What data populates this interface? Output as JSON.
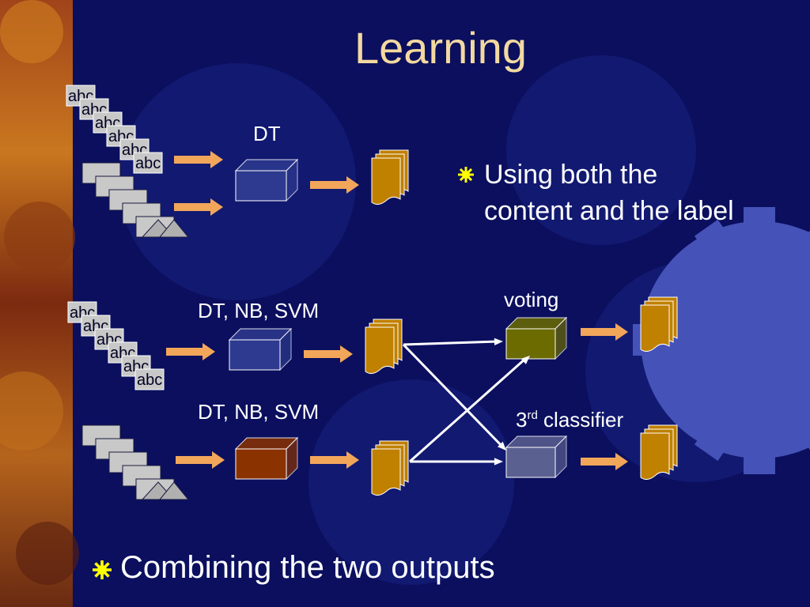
{
  "slide": {
    "title": "Learning"
  },
  "top_pipeline": {
    "classifier_label": "DT"
  },
  "middle_pipeline": {
    "classifier_label": "DT, NB, SVM"
  },
  "bottom_pipeline": {
    "classifier_label": "DT, NB, SVM"
  },
  "combiners": {
    "voting_label": "voting",
    "third_prefix": "3",
    "third_superscript": "rd",
    "third_suffix": " classifier"
  },
  "doc_text": "abc",
  "bullets": [
    {
      "line1": "Using both the",
      "line2": "content and the label"
    },
    {
      "text": "Combining the two outputs"
    }
  ],
  "colors": {
    "background": "#0b0f5e",
    "title": "#f3d9a0",
    "arrow": "#f2a65a",
    "bullet": "#ffff00",
    "box_blue": "#2e3a8f",
    "box_brown": "#8a3200",
    "box_olive": "#6b6b00",
    "box_grey": "#5a6090",
    "output_docs": "#c08000"
  },
  "icons": [
    "gear-icon",
    "bullet-icon",
    "document-stack-icon",
    "arrow-icon",
    "classifier-box-icon"
  ]
}
